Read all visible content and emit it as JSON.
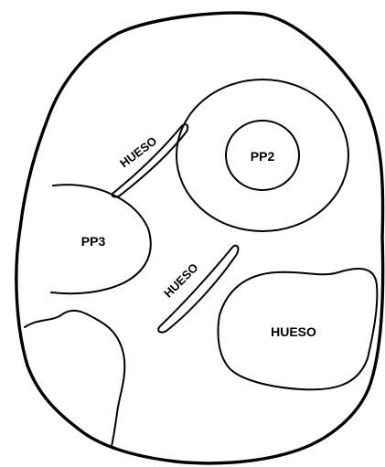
{
  "labels": {
    "pp2": "PP2",
    "pp3": "PP3",
    "hueso_top": "HUESO",
    "hueso_middle": "HUESO",
    "hueso_right": "HUESO"
  },
  "colors": {
    "stroke": "#000000",
    "background": "#ffffff"
  }
}
